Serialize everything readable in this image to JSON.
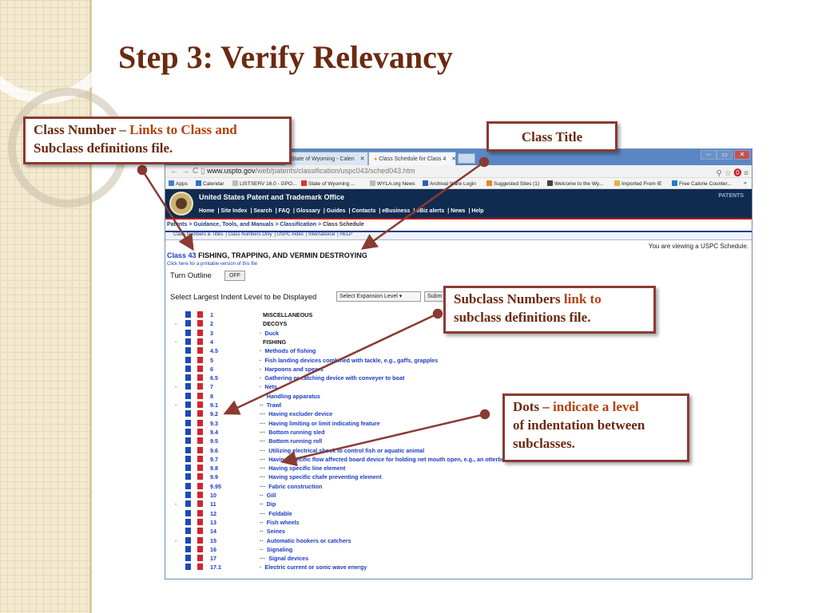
{
  "slide": {
    "title": "Step 3: Verify Relevancy"
  },
  "browser": {
    "tabs": [
      {
        "label": "State of Wyoming - Calen"
      },
      {
        "label": "Class Schedule for Class 4"
      }
    ],
    "tab_close": "✕",
    "window_buttons": {
      "minimize": "–",
      "maximize": "▭",
      "close": "✕"
    },
    "address": {
      "host": "www.uspto.gov",
      "path": "/web/patents/classification/uspc043/sched043.htm"
    },
    "nav_icons": {
      "back": "←",
      "forward": "→",
      "reload": "C",
      "page": "▯"
    },
    "toolbar_icons": {
      "zoom": "⚲",
      "star": "☆",
      "pinterest": "⓿",
      "menu": "≡"
    },
    "bookmarks": [
      {
        "label": "Apps",
        "icon": "apps-icon",
        "color": "#4a7bd0"
      },
      {
        "label": "Calendar",
        "icon": "calendar-icon",
        "color": "#2f6fd1"
      },
      {
        "label": "LISTSERV 16.0 - GPO...",
        "icon": "page-icon",
        "color": "#bbbbbb"
      },
      {
        "label": "State of Wyoming ...",
        "icon": "gmail-icon",
        "color": "#d23b2f"
      },
      {
        "label": "WYLA.org News",
        "icon": "page-icon",
        "color": "#bbbbbb"
      },
      {
        "label": "Archival Ware Login",
        "icon": "archival-icon",
        "color": "#2f5fb5"
      },
      {
        "label": "Suggested Sites (1)",
        "icon": "suggested-icon",
        "color": "#e08a1e"
      },
      {
        "label": "Welcome to the Wy...",
        "icon": "bookmark-icon",
        "color": "#444444"
      },
      {
        "label": "Imported From IE",
        "icon": "folder-icon",
        "color": "#e3b341"
      },
      {
        "label": "Free Calorie Counter...",
        "icon": "calorie-icon",
        "color": "#1e7fc7"
      }
    ],
    "more_bookmarks": "»"
  },
  "site": {
    "name": "United States Patent and Trademark Office",
    "nav": [
      "Home",
      "Site Index",
      "Search",
      "FAQ",
      "Glossary",
      "Guides",
      "Contacts",
      "eBusiness",
      "eBiz alerts",
      "News",
      "Help"
    ],
    "patents_label": "PATENTS",
    "breadcrumb": {
      "items": [
        "Patents",
        "Guidance, Tools, and Manuals",
        "Classification"
      ],
      "current": "Class Schedule",
      "sep": ">"
    },
    "subnav": [
      "Class Numbers & Titles",
      "Class Numbers Only",
      "USPC Index",
      "International",
      "HELP"
    ],
    "viewing_notice": "You are viewing a USPC Schedule.",
    "class_heading": {
      "label": "Class",
      "number": "43",
      "title": "FISHING, TRAPPING, AND VERMIN DESTROYING"
    },
    "printable_link": "Click here for a printable version of this file",
    "turn_outline": {
      "label": "Turn Outline",
      "button": "OFF"
    },
    "indent_control": {
      "label": "Select Largest Indent Level to be Displayed",
      "select_value": "Select Expansion Level",
      "submit": "Subm"
    }
  },
  "schedule": [
    {
      "exp": "",
      "num": "1",
      "dots": "",
      "title": "MISCELLANEOUS",
      "plain": true
    },
    {
      "exp": "-",
      "num": "2",
      "dots": "",
      "title": "DECOYS",
      "plain": true
    },
    {
      "exp": "",
      "num": "3",
      "dots": "·",
      "title": "Duck",
      "plain": false
    },
    {
      "exp": "-",
      "num": "4",
      "dots": "",
      "title": "FISHING",
      "plain": true
    },
    {
      "exp": "",
      "num": "4.5",
      "dots": "·",
      "title": "Methods of fishing",
      "plain": false
    },
    {
      "exp": "",
      "num": "5",
      "dots": "·",
      "title": "Fish landing devices combined with tackle, e.g., gaffs, grapples",
      "plain": false
    },
    {
      "exp": "",
      "num": "6",
      "dots": "·",
      "title": "Harpoons and spears",
      "plain": false
    },
    {
      "exp": "",
      "num": "6.5",
      "dots": "·",
      "title": "Gathering or catching device with conveyer to boat",
      "plain": false
    },
    {
      "exp": "-",
      "num": "7",
      "dots": "·",
      "title": "Nets",
      "plain": false
    },
    {
      "exp": "",
      "num": "8",
      "dots": "··",
      "title": "Handling apparatus",
      "plain": false
    },
    {
      "exp": "-",
      "num": "9.1",
      "dots": "··",
      "title": "Trawl",
      "plain": false
    },
    {
      "exp": "",
      "num": "9.2",
      "dots": "···",
      "title": "Having excluder device",
      "plain": false
    },
    {
      "exp": "",
      "num": "9.3",
      "dots": "···",
      "title": "Having limiting or limit indicating feature",
      "plain": false
    },
    {
      "exp": "",
      "num": "9.4",
      "dots": "···",
      "title": "Bottom running sled",
      "plain": false
    },
    {
      "exp": "",
      "num": "9.5",
      "dots": "···",
      "title": "Bottom running roll",
      "plain": false
    },
    {
      "exp": "",
      "num": "9.6",
      "dots": "···",
      "title": "Utilizing electrical shock to control fish or aquatic animal",
      "plain": false
    },
    {
      "exp": "",
      "num": "9.7",
      "dots": "···",
      "title": "Having specific flow affected board device for holding net mouth open, e.g., an otterboard, etc.",
      "plain": false
    },
    {
      "exp": "",
      "num": "9.8",
      "dots": "···",
      "title": "Having specific line element",
      "plain": false
    },
    {
      "exp": "",
      "num": "9.9",
      "dots": "···",
      "title": "Having specific chafe preventing element",
      "plain": false
    },
    {
      "exp": "",
      "num": "9.95",
      "dots": "···",
      "title": "Fabric construction",
      "plain": false
    },
    {
      "exp": "",
      "num": "10",
      "dots": "··",
      "title": "Gill",
      "plain": false
    },
    {
      "exp": "-",
      "num": "11",
      "dots": "··",
      "title": "Dip",
      "plain": false
    },
    {
      "exp": "",
      "num": "12",
      "dots": "···",
      "title": "Foldable",
      "plain": false
    },
    {
      "exp": "",
      "num": "13",
      "dots": "··",
      "title": "Fish wheels",
      "plain": false
    },
    {
      "exp": "",
      "num": "14",
      "dots": "··",
      "title": "Seines",
      "plain": false
    },
    {
      "exp": "-",
      "num": "15",
      "dots": "··",
      "title": "Automatic hookers or catchers",
      "plain": false
    },
    {
      "exp": "",
      "num": "16",
      "dots": "··",
      "title": "Signaling",
      "plain": false
    },
    {
      "exp": "",
      "num": "17",
      "dots": "···",
      "title": "Signal devices",
      "plain": false
    },
    {
      "exp": "",
      "num": "17.1",
      "dots": "·",
      "title": "Electric current or sonic wave energy",
      "plain": false
    }
  ],
  "callouts": {
    "class_number": {
      "lead": "Class Number –",
      "accent": "Links to Class and",
      "tail": "Subclass definitions file."
    },
    "class_title": {
      "text": "Class Title"
    },
    "subclass_numbers": {
      "lead": "Subclass Numbers",
      "accent": "link to",
      "tail": "subclass definitions file."
    },
    "dots": {
      "lead": "Dots –",
      "accent": "indicate a level",
      "tail": "of indentation between subclasses."
    }
  },
  "colors": {
    "callout_border": "#8a3b32",
    "title_color": "#6b2a10",
    "accent_color": "#b4410c",
    "link_blue": "#1b3bc4",
    "header_navy": "#102b4f"
  }
}
